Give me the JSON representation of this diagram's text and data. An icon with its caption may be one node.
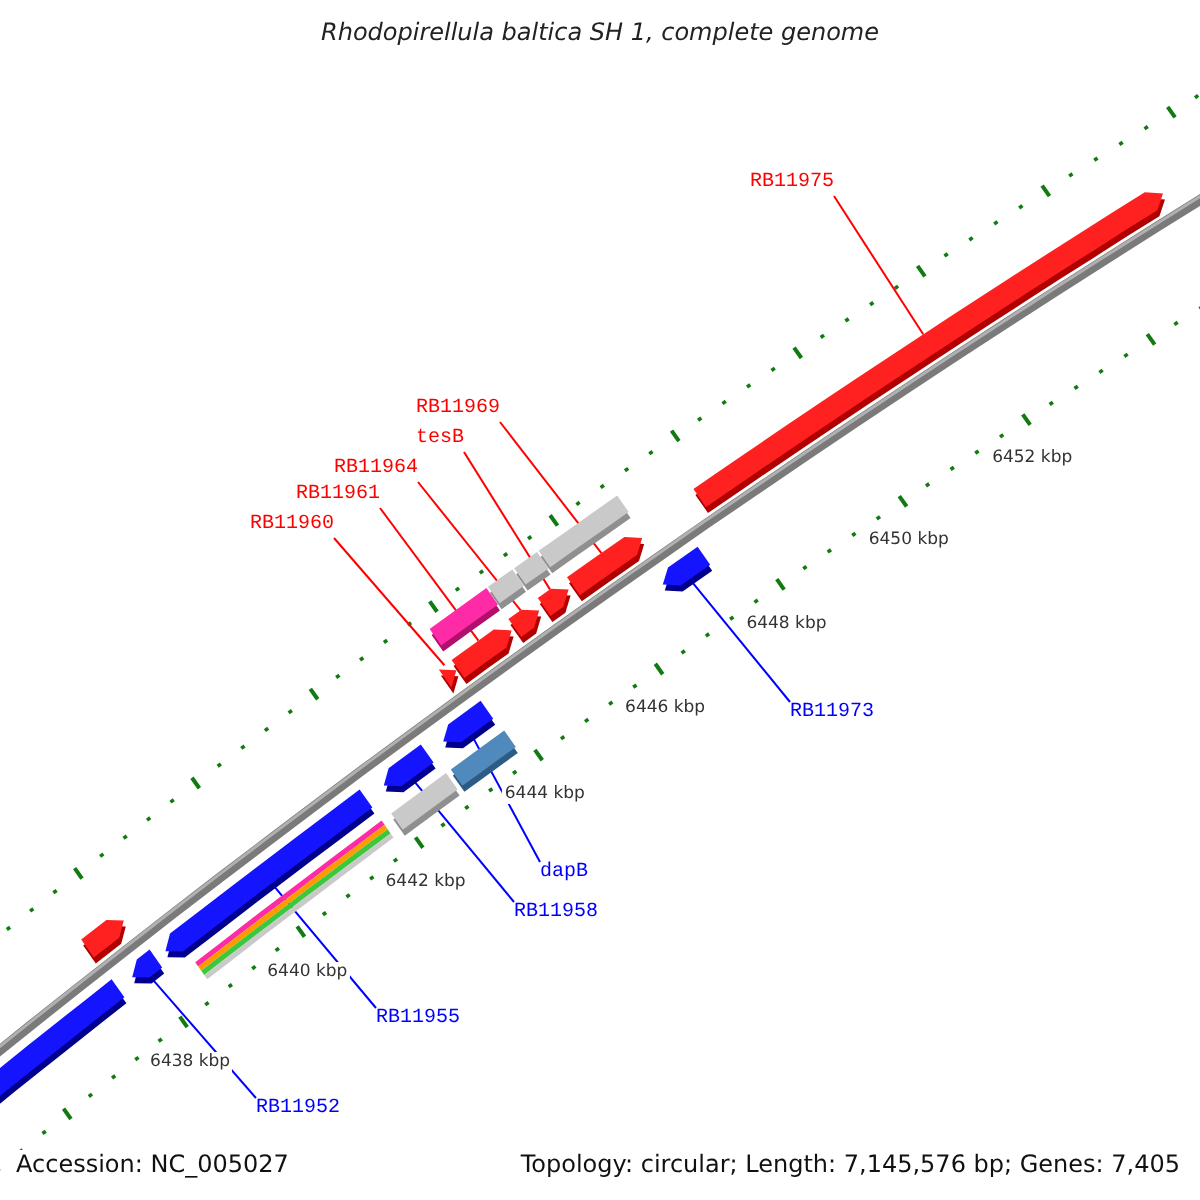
{
  "diagram": {
    "title": "Rhodopirellula baltica SH 1, complete genome",
    "nodes": [
      {
        "text": [
          "RB11975"
        ]
      },
      {
        "text": [
          "RB11969"
        ]
      },
      {
        "text": [
          "tesB"
        ]
      },
      {
        "text": [
          "RB11964"
        ]
      },
      {
        "text": [
          "RB11961"
        ]
      },
      {
        "text": [
          "RB11960"
        ]
      },
      {
        "text": [
          "RB11973"
        ]
      },
      {
        "text": [
          "dapB"
        ]
      },
      {
        "text": [
          "RB11958"
        ]
      },
      {
        "text": [
          "RB11955"
        ]
      },
      {
        "text": [
          "RB11952"
        ]
      },
      {
        "text": [],
        "shape": "bar"
      },
      {
        "text": [],
        "shape": "bar"
      },
      {
        "text": [],
        "shape": "bar"
      },
      {
        "text": [],
        "shape": "bar"
      },
      {
        "text": [],
        "shape": "bar"
      },
      {
        "text": [],
        "shape": "bar"
      },
      {
        "text": [],
        "shape": "bar"
      },
      {
        "text": [],
        "shape": "bar"
      },
      {
        "text": [],
        "shape": "bar"
      },
      {
        "text": [],
        "shape": "bar"
      },
      {
        "text": [],
        "shape": "bar"
      },
      {
        "text": [],
        "shape": "bar"
      },
      {
        "text": [],
        "shape": "bar"
      },
      {
        "text": [],
        "shape": "bar"
      },
      {
        "text": [],
        "shape": "bar"
      },
      {
        "text": [],
        "shape": "bar"
      },
      {
        "text": [],
        "shape": "bar"
      },
      {
        "text": [],
        "shape": "bar"
      },
      {
        "text": [],
        "shape": "bar"
      },
      {
        "text": [],
        "shape": "bar"
      }
    ],
    "edges": [
      {
        "from": 0,
        "to": 30,
        "arrow": "none"
      },
      {
        "from": 1,
        "to": 28,
        "arrow": "none"
      },
      {
        "from": 2,
        "to": 26,
        "arrow": "none"
      },
      {
        "from": 3,
        "to": 24,
        "arrow": "none"
      },
      {
        "from": 4,
        "to": 22,
        "arrow": "none"
      },
      {
        "from": 5,
        "to": 20,
        "arrow": "none"
      },
      {
        "from": 6,
        "to": 29,
        "arrow": "none",
        "color": "#0000ff"
      },
      {
        "from": 7,
        "to": 19,
        "arrow": "none",
        "color": "#0000ff"
      },
      {
        "from": 8,
        "to": 16,
        "arrow": "none",
        "color": "#0000ff"
      },
      {
        "from": 9,
        "to": 14,
        "arrow": "none",
        "color": "#0000ff"
      },
      {
        "from": 10,
        "to": 13,
        "arrow": "none",
        "color": "#0000ff"
      }
    ],
    "labels": [
      "6452 kbp",
      "6450 kbp",
      "6448 kbp",
      "6446 kbp",
      "6444 kbp",
      "6442 kbp",
      "6440 kbp",
      "6438 kbp",
      "Accession: NC_005027",
      "Topology: circular; Length: 7,145,576 bp; Genes: 7,405"
    ]
  }
}
